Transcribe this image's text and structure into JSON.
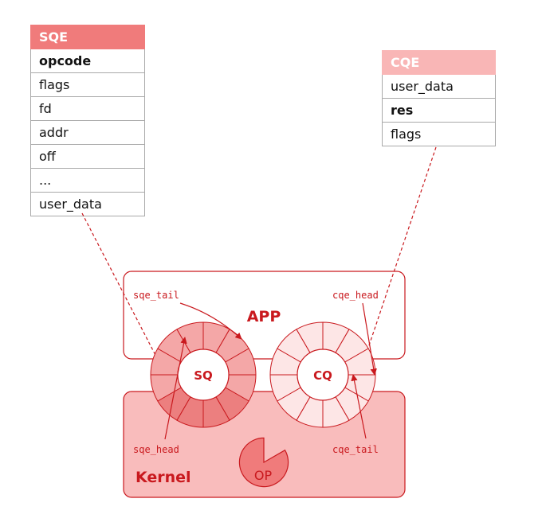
{
  "sqe": {
    "title": "SQE",
    "fields": [
      "opcode",
      "flags",
      "fd",
      "addr",
      "off",
      "...",
      "user_data"
    ],
    "bold_fields": [
      "opcode"
    ]
  },
  "cqe": {
    "title": "CQE",
    "fields": [
      "user_data",
      "res",
      "flags"
    ],
    "bold_fields": [
      "res"
    ]
  },
  "app_label": "APP",
  "kernel_label": "Kernel",
  "sq_label": "SQ",
  "cq_label": "CQ",
  "op_label": "OP",
  "pointers": {
    "sqe_tail": "sqe_tail",
    "sqe_head": "sqe_head",
    "cqe_head": "cqe_head",
    "cqe_tail": "cqe_tail"
  },
  "colors": {
    "red": "#c9191e",
    "sqe_header": "#f07b7b",
    "cqe_header": "#f9b6b6",
    "kernel_fill": "#f9bcbc",
    "slot_filled_dark": "#ec7f7f",
    "slot_filled": "#f4a7a7",
    "slot_empty": "#fde6e6"
  }
}
